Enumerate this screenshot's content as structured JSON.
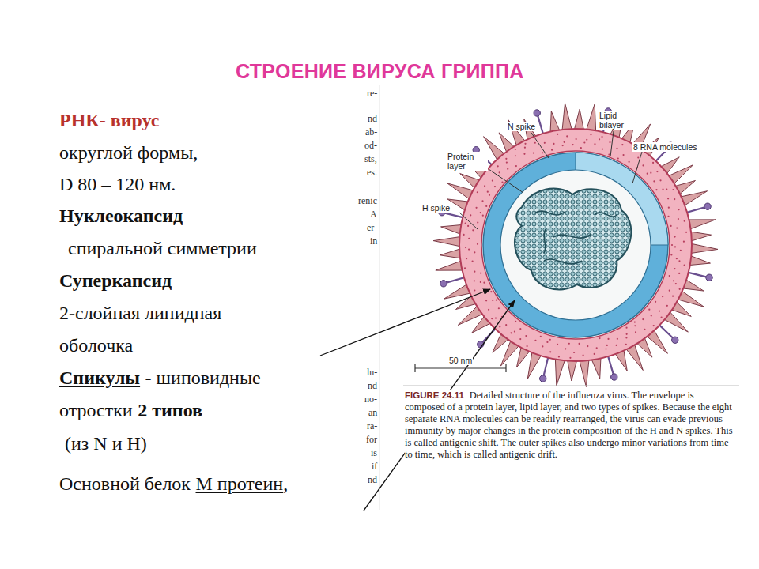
{
  "diagram": {
    "title": "СТРОЕНИЕ ВИРУСА ГРИППА",
    "caption": "Detailed structure of the influenza virus. The envelope is composed of a protein layer, lipid layer, and two types of spikes. Because the eight separate RNA molecules can be readily rearranged, the virus can evade previous immunity by major changes in the protein composition of the H and N spikes. This is called antigenic shift. The outer spikes also undergo minor variations from time to time, which is called antigenic drift.",
    "labels": [
      "РНК- вирус",
      "округлой формы,",
      "D 80 – 120 нм.",
      "Нуклеокапсид",
      "спиральной симметрии",
      "Суперкапсид",
      "2-слойная липидная",
      "оболочка",
      "Спикулы",
      "- шиповидные",
      "отростки",
      "2 типов",
      "(из N и H)",
      "Основной белок",
      "М протеин",
      ",",
      "N spike",
      "Lipid bilayer",
      "8 RNA molecules",
      "Protein layer",
      "H spike",
      "50 nm",
      "FIGURE 24.11",
      "re-",
      "nd",
      "ab-",
      "od-",
      "sts,",
      "es.",
      "renic",
      "A",
      "er-",
      "in",
      "lu-",
      "nd",
      "no-",
      "an",
      "ra-",
      "for",
      "is",
      "if",
      "nd"
    ]
  }
}
